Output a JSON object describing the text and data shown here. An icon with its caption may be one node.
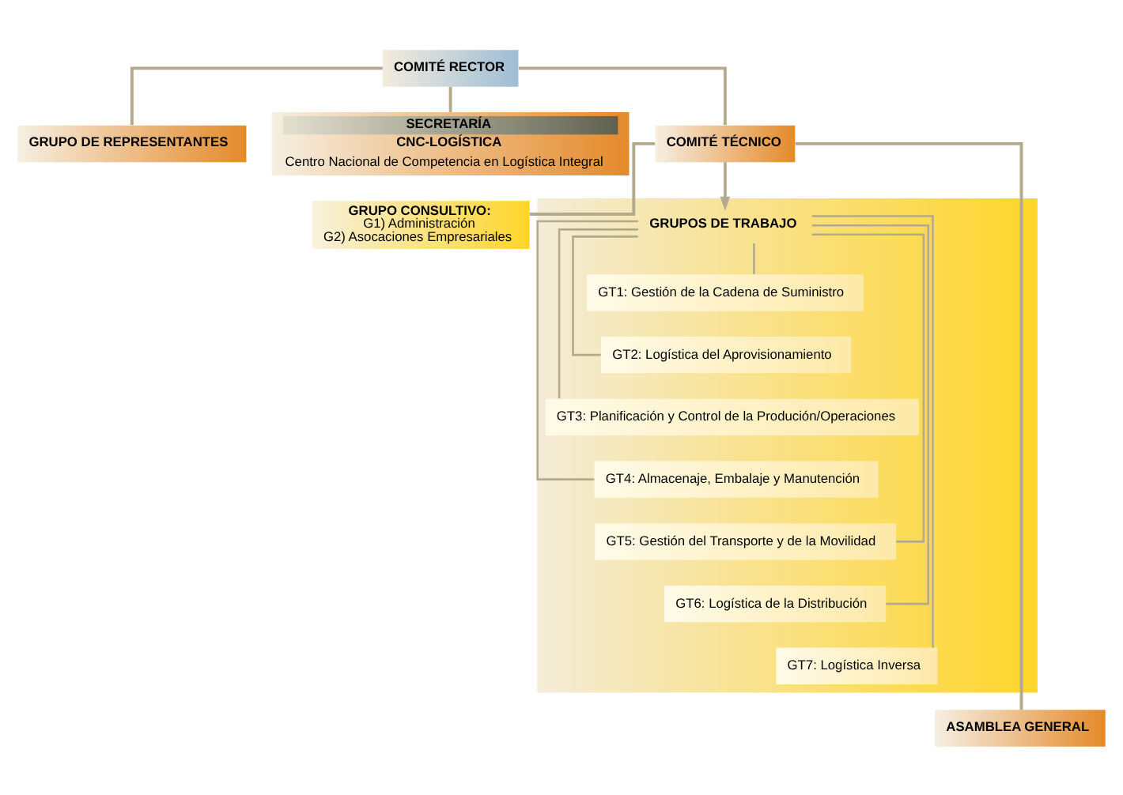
{
  "diagram": {
    "nodes": [
      {
        "text": [
          "COMITÉ RECTOR"
        ]
      },
      {
        "text": [
          "GRUPO DE REPRESENTANTES"
        ]
      },
      {
        "text": [
          "SECRETARÍA",
          "CNC-LOGÍSTICA",
          "Centro Nacional de Competencia en Logística Integral"
        ]
      },
      {
        "text": [
          "COMITÉ TÉCNICO"
        ]
      },
      {
        "text": [
          "GRUPO CONSULTIVO:",
          "G1) Administración",
          "G2) Asocaciones Empresariales"
        ]
      },
      {
        "text": [],
        "shape": "box"
      },
      {
        "text": [
          "GRUPOS DE TRABAJO"
        ],
        "in": 5
      },
      {
        "text": [
          "GT1: Gestión de la Cadena de Suministro"
        ],
        "in": 5
      },
      {
        "text": [
          "GT2: Logística del Aprovisionamiento"
        ],
        "in": 5
      },
      {
        "text": [
          "GT3: Planificación y Control de la Produción/Operaciones"
        ],
        "in": 5
      },
      {
        "text": [
          "GT4: Almacenaje, Embalaje y Manutención"
        ],
        "in": 5
      },
      {
        "text": [
          "GT5: Gestión del Transporte y de la Movilidad"
        ],
        "in": 5
      },
      {
        "text": [
          "GT6: Logística de la Distribución"
        ],
        "in": 5
      },
      {
        "text": [
          "GT7: Logística Inversa"
        ],
        "in": 5
      },
      {
        "text": [
          "ASAMBLEA GENERAL"
        ]
      }
    ],
    "edges": [
      {
        "from": 0,
        "to": 1,
        "arrow": "none"
      },
      {
        "from": 0,
        "to": 2,
        "arrow": "none"
      },
      {
        "from": 0,
        "to": 3,
        "arrow": "none"
      },
      {
        "from": 3,
        "to": 4,
        "arrow": "none"
      },
      {
        "from": 3,
        "to": 6,
        "arrow": "to"
      },
      {
        "from": 6,
        "to": 7,
        "arrow": "none"
      },
      {
        "from": 6,
        "to": 8,
        "arrow": "none"
      },
      {
        "from": 6,
        "to": 9,
        "arrow": "none"
      },
      {
        "from": 6,
        "to": 10,
        "arrow": "none"
      },
      {
        "from": 6,
        "to": 11,
        "arrow": "none"
      },
      {
        "from": 6,
        "to": 12,
        "arrow": "none"
      },
      {
        "from": 6,
        "to": 13,
        "arrow": "none"
      },
      {
        "from": 3,
        "to": 14,
        "arrow": "none"
      }
    ]
  }
}
